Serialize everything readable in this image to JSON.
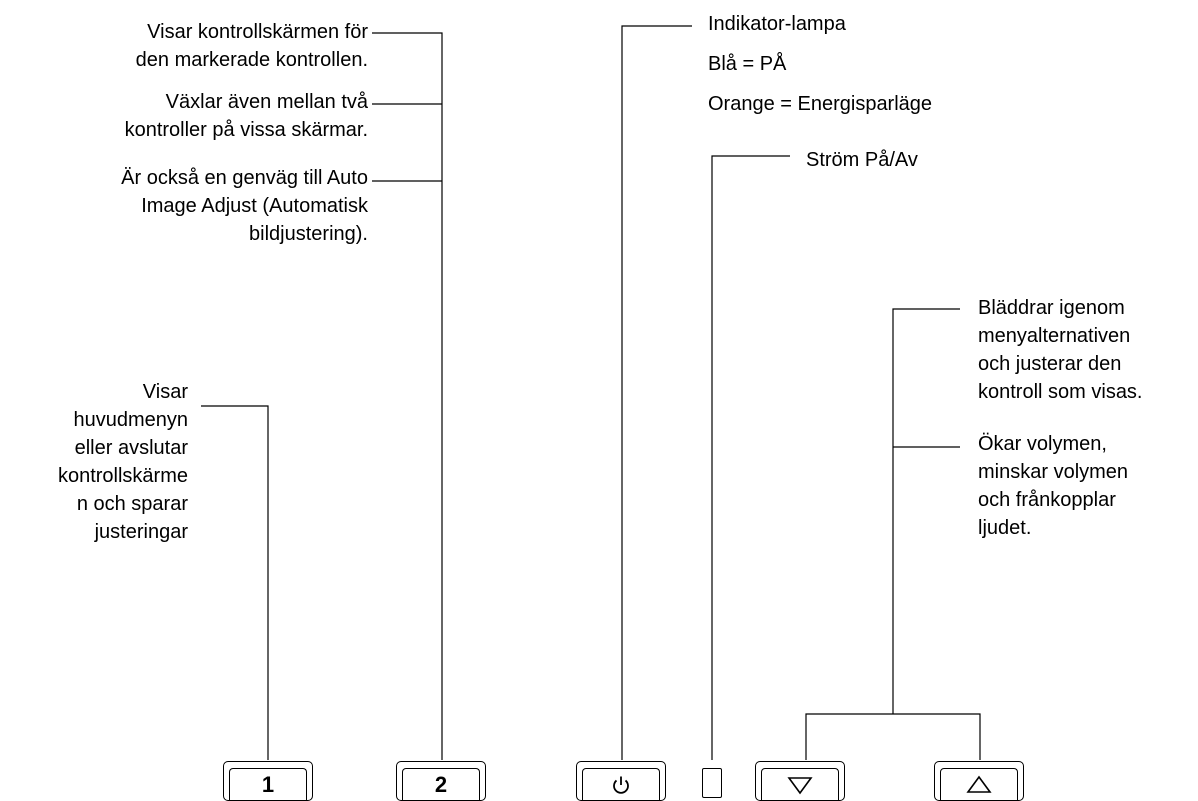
{
  "labels": {
    "select_1": "Visar kontrollskärmen för\nden markerade kontrollen.",
    "select_2": "Växlar även mellan två\nkontroller på vissa skärmar.",
    "select_3": "Är också en genväg till Auto\nImage Adjust (Automatisk\nbildjustering).",
    "menu": "Visar\nhuvudmenyn\neller avslutar\nkontrollskärme\nn och sparar\njusteringar",
    "led_title": "Indikator-lampa",
    "led_blue": "Blå = PÅ",
    "led_orange": "Orange = Energisparläge",
    "power": "Ström På/Av",
    "arrows_1": "Bläddrar igenom\nmenyalternativen\noch justerar den\nkontroll som visas.",
    "arrows_2": "Ökar volymen,\nminskar volymen\noch frånkopplar\nljudet."
  },
  "buttons": {
    "menu": "1",
    "select": "2",
    "power_icon": "power-icon",
    "down_icon": "down-triangle-icon",
    "up_icon": "up-triangle-icon"
  }
}
